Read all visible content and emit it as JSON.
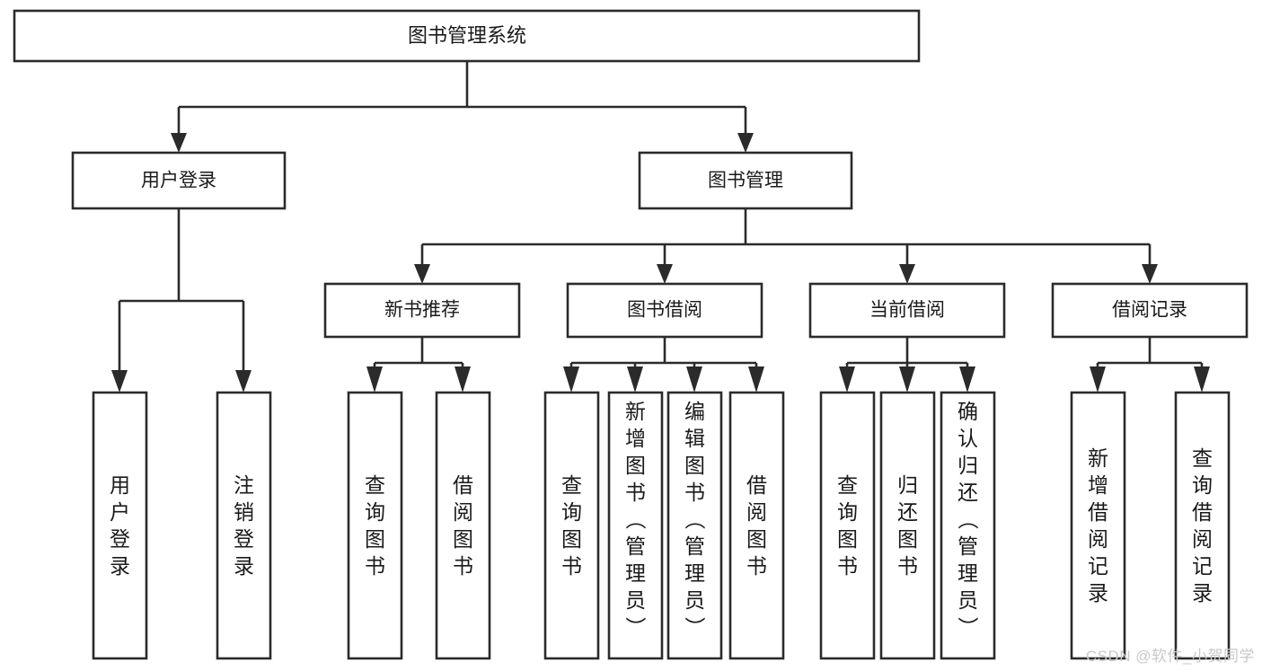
{
  "diagram": {
    "title": "图书管理系统",
    "watermark": "CSDN @软件_小贺同学",
    "colors": {
      "stroke": "#2b2b2b",
      "fill": "#ffffff",
      "text": "#1a1a1a",
      "watermark": "#c9c9c9",
      "background": "#ffffff"
    },
    "root": {
      "label": "图书管理系统"
    },
    "level2": [
      {
        "label": "用户登录"
      },
      {
        "label": "图书管理"
      }
    ],
    "level3": [
      {
        "label": "新书推荐"
      },
      {
        "label": "图书借阅"
      },
      {
        "label": "当前借阅"
      },
      {
        "label": "借阅记录"
      }
    ],
    "leaves": {
      "user_login": [
        {
          "label": "用户登录"
        },
        {
          "label": "注销登录"
        }
      ],
      "new_book_recommend": [
        {
          "label": "查询图书"
        },
        {
          "label": "借阅图书"
        }
      ],
      "book_borrow": [
        {
          "label": "查询图书"
        },
        {
          "label": "新增图书（管理员）"
        },
        {
          "label": "编辑图书（管理员）"
        },
        {
          "label": "借阅图书"
        }
      ],
      "current_borrow": [
        {
          "label": "查询图书"
        },
        {
          "label": "归还图书"
        },
        {
          "label": "确认归还（管理员）"
        }
      ],
      "borrow_record": [
        {
          "label": "新增借阅记录"
        },
        {
          "label": "查询借阅记录"
        }
      ]
    }
  }
}
